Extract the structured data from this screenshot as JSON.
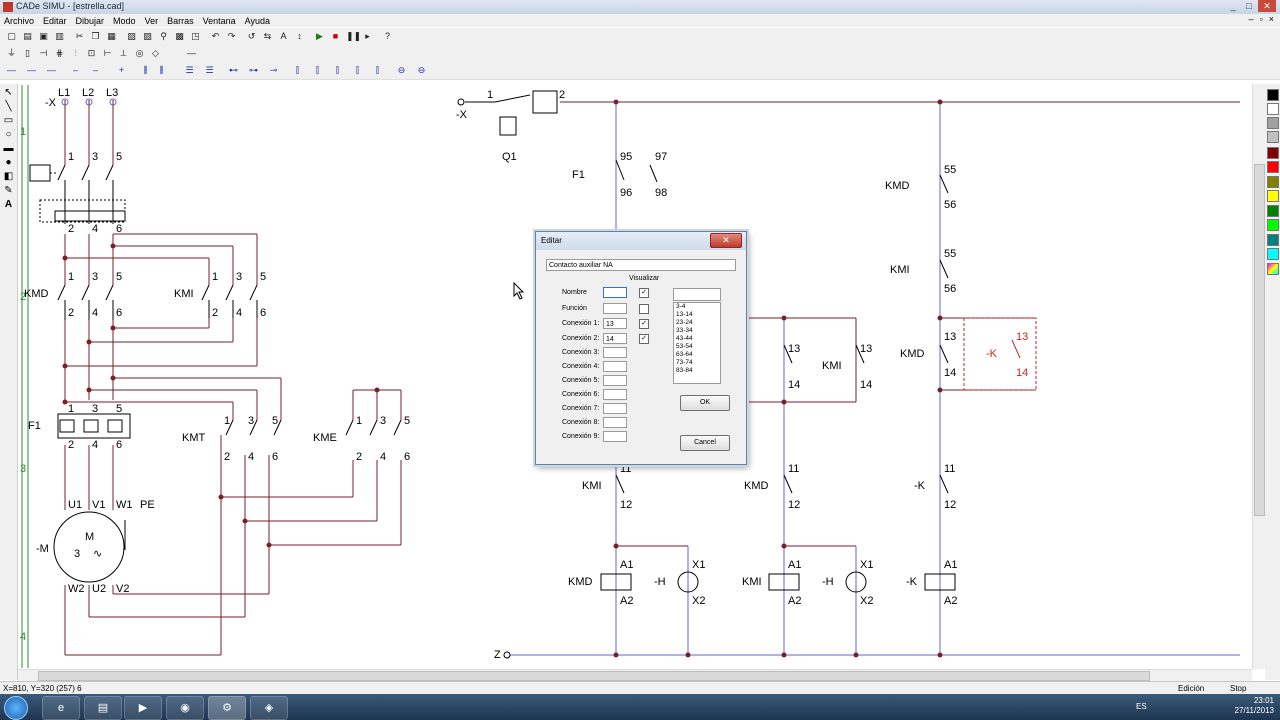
{
  "window": {
    "title": "CADe SIMU - [estrella.cad]",
    "buttons": [
      "_",
      "□",
      "✕"
    ]
  },
  "menu": [
    "Archivo",
    "Editar",
    "Dibujar",
    "Modo",
    "Ver",
    "Barras",
    "Ventana",
    "Ayuda"
  ],
  "rulers": {
    "rows": [
      "1",
      "2",
      "3",
      "4"
    ]
  },
  "power": {
    "phases": [
      "L1",
      "L2",
      "L3"
    ],
    "x_label": "-X",
    "q_terms_top": [
      "1",
      "3",
      "5"
    ],
    "q_terms_bot": [
      "2",
      "4",
      "6"
    ],
    "kmd": "KMD",
    "kmi": "KMI",
    "kmt": "KMT",
    "kme": "KME",
    "f1": "F1",
    "motor_label": "-M",
    "motor_m": "M",
    "motor_3": "3",
    "motor_top": [
      "U1",
      "V1",
      "W1",
      "PE"
    ],
    "motor_bot": [
      "W2",
      "U2",
      "V2"
    ]
  },
  "control": {
    "x_label": "-X",
    "q1": "Q1",
    "q1_terms": [
      "1",
      "2"
    ],
    "f1": "F1",
    "f1_terms": [
      "95",
      "96",
      "97",
      "98"
    ],
    "col3_top": [
      "55",
      "56"
    ],
    "col3_mid": [
      "55",
      "56"
    ],
    "kmd": "KMD",
    "kmi": "KMI",
    "k": "-K",
    "t13": "13",
    "t14": "14",
    "t11": "11",
    "t12": "12",
    "a1": "A1",
    "a2": "A2",
    "x1": "X1",
    "x2": "X2",
    "h": "-H",
    "z_label": "Z"
  },
  "dialog": {
    "title": "Editar",
    "close": "✕",
    "type_label": "Contacto auxiliar NA",
    "visualizar": "Visualizar",
    "fields": [
      {
        "label": "Nombre",
        "value": "",
        "checked": "✓"
      },
      {
        "label": "Función",
        "value": "",
        "checked": ""
      },
      {
        "label": "Conexión 1:",
        "value": "13",
        "checked": "✓"
      },
      {
        "label": "Conexión 2:",
        "value": "14",
        "checked": "✓"
      },
      {
        "label": "Conexión 3:",
        "value": "",
        "checked": ""
      },
      {
        "label": "Conexión 4:",
        "value": "",
        "checked": ""
      },
      {
        "label": "Conexión 5:",
        "value": "",
        "checked": ""
      },
      {
        "label": "Conexión 6:",
        "value": "",
        "checked": ""
      },
      {
        "label": "Conexión 7:",
        "value": "",
        "checked": ""
      },
      {
        "label": "Conexión 8:",
        "value": "",
        "checked": ""
      },
      {
        "label": "Conexión 9:",
        "value": "",
        "checked": ""
      }
    ],
    "list": [
      "3-4",
      "13-14",
      "23-24",
      "33-34",
      "43-44",
      "53-54",
      "63-64",
      "73-74",
      "83-84"
    ],
    "ok": "OK",
    "cancel": "Cancel"
  },
  "status": {
    "coords": "X=810, Y=320 (257) 6",
    "mode": "Edición",
    "state": "Stop"
  },
  "taskbar": {
    "lang": "ES",
    "time": "23:01",
    "date": "27/11/2013"
  },
  "colors": {
    "wire_dark": "#7a1f2a",
    "wire_light": "#6666cc",
    "red": "#cc2222",
    "green": "#2e8b2e",
    "palette": [
      "#000000",
      "#ffffff",
      "#a0a0a0",
      "#c0c0c0",
      "#800000",
      "#ff0000",
      "#808000",
      "#ffff00",
      "#008000",
      "#00ff00",
      "#008080",
      "#00ffff"
    ]
  }
}
